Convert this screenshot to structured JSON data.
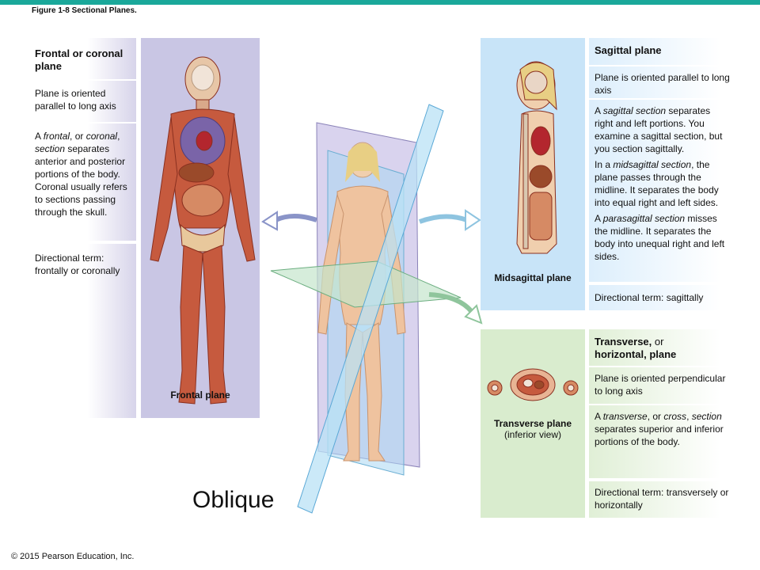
{
  "figure_title": "Figure 1-8 Sectional Planes.",
  "copyright": "© 2015 Pearson Education, Inc.",
  "frontal": {
    "heading": "Frontal or coronal plane",
    "orientation": "Plane is oriented parallel to long axis",
    "definition": {
      "p1": "A ",
      "i1": "frontal",
      "p2": ", or ",
      "i2": "coronal",
      "p3": ", ",
      "i3": "section",
      "p4": " separates anterior and posterior portions of the body. Coronal usually refers to sections passing through the skull."
    },
    "directional_term": "Directional term: frontally or coronally",
    "panel_label": "Frontal plane"
  },
  "sagittal": {
    "heading": "Sagittal plane",
    "orientation": "Plane is oriented parallel to long axis",
    "definition": {
      "p1": "A ",
      "i1": "sagittal section",
      "p2": " separates right and left portions. You examine a sagittal section, but you section sagittally."
    },
    "midsagittal": {
      "p1": "In a ",
      "i1": "midsagittal section",
      "p2": ", the plane passes through the midline. It separates the body into equal right and left sides."
    },
    "parasagittal": {
      "p1": "A ",
      "i1": "parasagittal section",
      "p2": " misses the midline. It separates the body into unequal right and left sides."
    },
    "directional_term": "Directional term: sagittally",
    "panel_label": "Midsagittal plane"
  },
  "transverse": {
    "heading_bold": "Transverse,",
    "heading_or": " or",
    "heading_bold2": "horizontal, plane",
    "orientation": "Plane is oriented perpendicular to long axis",
    "definition": {
      "p1": "A ",
      "i1": "transverse",
      "p2": ", or ",
      "i2": "cross",
      "p3": ", ",
      "i3": "section",
      "p4": " separates superior and inferior portions of the body."
    },
    "directional_term": "Directional term: transversely or horizontally",
    "panel_label": "Transverse plane",
    "panel_sublabel": "(inferior view)"
  },
  "oblique_label": "Oblique",
  "colors": {
    "accent_bar": "#1aa89a",
    "frontal_panel": "#c9c6e4",
    "sagittal_panel": "#c8e4f8",
    "transverse_panel": "#d9ecce"
  }
}
